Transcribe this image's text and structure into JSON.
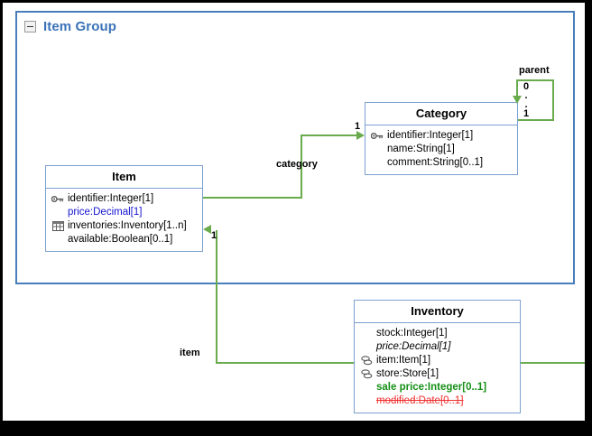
{
  "group": {
    "title": "Item Group",
    "collapse_icon": "minus-box-icon",
    "border_color": "#4a7ebb",
    "title_color": "#3a72b8"
  },
  "classes": [
    {
      "id": "item",
      "name": "Item",
      "attributes": [
        {
          "text": "identifier:Integer[1]",
          "icon": "key-icon",
          "style": "plain"
        },
        {
          "text": "price:Decimal[1]",
          "icon": "none",
          "style": "blue"
        },
        {
          "text": "inventories:Inventory[1..n]",
          "icon": "grid-icon",
          "style": "plain"
        },
        {
          "text": "available:Boolean[0..1]",
          "icon": "none",
          "style": "plain"
        }
      ]
    },
    {
      "id": "category",
      "name": "Category",
      "attributes": [
        {
          "text": "identifier:Integer[1]",
          "icon": "key-icon",
          "style": "plain"
        },
        {
          "text": "name:String[1]",
          "icon": "none",
          "style": "plain"
        },
        {
          "text": "comment:String[0..1]",
          "icon": "none",
          "style": "plain"
        }
      ]
    },
    {
      "id": "inventory",
      "name": "Inventory",
      "attributes": [
        {
          "text": "stock:Integer[1]",
          "icon": "none",
          "style": "plain"
        },
        {
          "text": "price:Decimal[1]",
          "icon": "none",
          "style": "italic"
        },
        {
          "text": "item:Item[1]",
          "icon": "chain-icon",
          "style": "plain"
        },
        {
          "text": "store:Store[1]",
          "icon": "chain-icon",
          "style": "plain"
        },
        {
          "text": "sale price:Integer[0..1]",
          "icon": "none",
          "style": "green"
        },
        {
          "text": "modified:Date[0..1]",
          "icon": "none",
          "style": "red"
        }
      ]
    }
  ],
  "associations": [
    {
      "id": "category",
      "label": "category",
      "multiplicity": "1"
    },
    {
      "id": "parent",
      "label": "parent",
      "multiplicity": "0..1"
    },
    {
      "id": "item",
      "label": "item",
      "multiplicity": "1"
    }
  ],
  "colors": {
    "association_line": "#6aab4d",
    "class_border": "#7ca0d0",
    "blue_attr": "#1414d2",
    "green_attr": "#169016",
    "red_attr": "#f03030"
  }
}
